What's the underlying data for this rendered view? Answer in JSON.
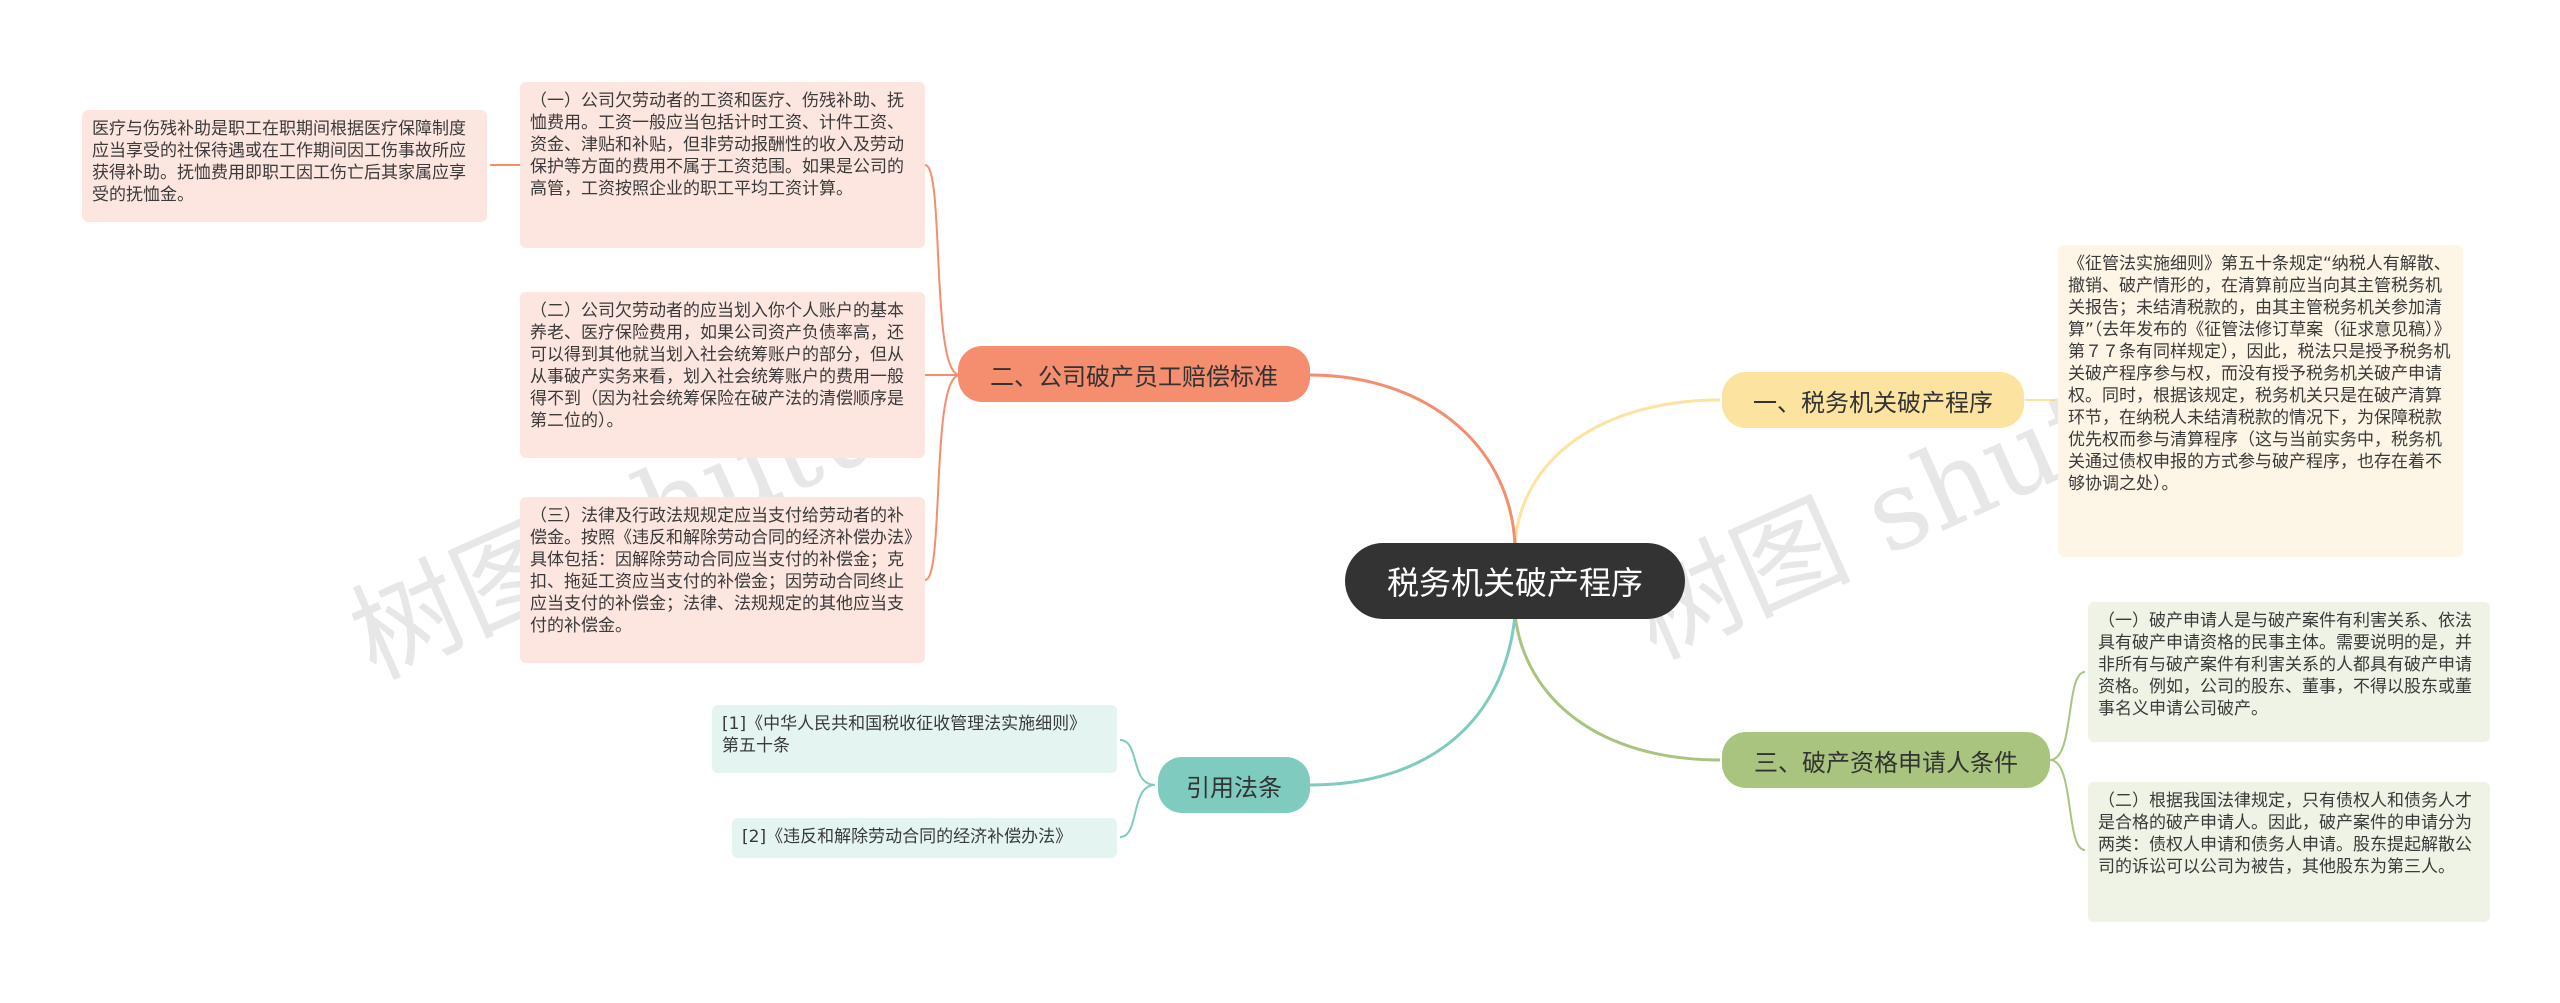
{
  "root": {
    "label": "税务机关破产程序"
  },
  "branches": {
    "b1": {
      "label": "一、税务机关破产程序",
      "color": "#fde3a0"
    },
    "b2": {
      "label": "二、公司破产员工赔偿标准",
      "color": "#f58d6f"
    },
    "b3": {
      "label": "三、破产资格申请人条件",
      "color": "#a9c47f"
    },
    "b4": {
      "label": "引用法条",
      "color": "#7fcbbf"
    }
  },
  "leaves": {
    "b1_1": "《征管法实施细则》第五十条规定“纳税人有解散、撤销、破产情形的，在清算前应当向其主管税务机关报告；未结清税款的，由其主管税务机关参加清算”（去年发布的《征管法修订草案（征求意见稿）》第７７条有同样规定），因此，税法只是授予税务机关破产程序参与权，而没有授予税务机关破产申请权。同时，根据该规定，税务机关只是在破产清算环节，在纳税人未结清税款的情况下，为保障税款优先权而参与清算程序（这与当前实务中，税务机关通过债权申报的方式参与破产程序，也存在着不够协调之处）。",
    "b2_1": "（一）公司欠劳动者的工资和医疗、伤残补助、抚恤费用。工资一般应当包括计时工资、计件工资、资金、津贴和补贴，但非劳动报酬性的收入及劳动保护等方面的费用不属于工资范围。如果是公司的高管，工资按照企业的职工平均工资计算。",
    "b2_1_1": "医疗与伤残补助是职工在职期间根据医疗保障制度应当享受的社保待遇或在工作期间因工伤事故所应获得补助。抚恤费用即职工因工伤亡后其家属应享受的抚恤金。",
    "b2_2": "（二）公司欠劳动者的应当划入你个人账户的基本养老、医疗保险费用，如果公司资产负债率高，还可以得到其他就当划入社会统筹账户的部分，但从从事破产实务来看，划入社会统筹账户的费用一般得不到（因为社会统筹保险在破产法的清偿顺序是第二位的）。",
    "b2_3": "（三）法律及行政法规规定应当支付给劳动者的补偿金。按照《违反和解除劳动合同的经济补偿办法》具体包括：因解除劳动合同应当支付的补偿金；克扣、拖延工资应当支付的补偿金；因劳动合同终止应当支付的补偿金；法律、法规规定的其他应当支付的补偿金。",
    "b3_1": "（一）破产申请人是与破产案件有利害关系、依法具有破产申请资格的民事主体。需要说明的是，并非所有与破产案件有利害关系的人都具有破产申请资格。例如，公司的股东、董事，不得以股东或董事名义申请公司破产。",
    "b3_2": "（二）根据我国法律规定，只有债权人和债务人才是合格的破产申请人。因此，破产案件的申请分为两类：债权人申请和债务人申请。股东提起解散公司的诉讼可以公司为被告，其他股东为第三人。",
    "b4_1": "[1]《中华人民共和国税收征收管理法实施细则》 第五十条",
    "b4_2": "[2]《违反和解除劳动合同的经济补偿办法》"
  },
  "watermarks": [
    "树图 shutu",
    "树图 shutu"
  ],
  "colors": {
    "root": "#333333",
    "red": "#f58d6f",
    "yellow": "#fde3a0",
    "green": "#a9c47f",
    "teal": "#7fcbbf"
  }
}
